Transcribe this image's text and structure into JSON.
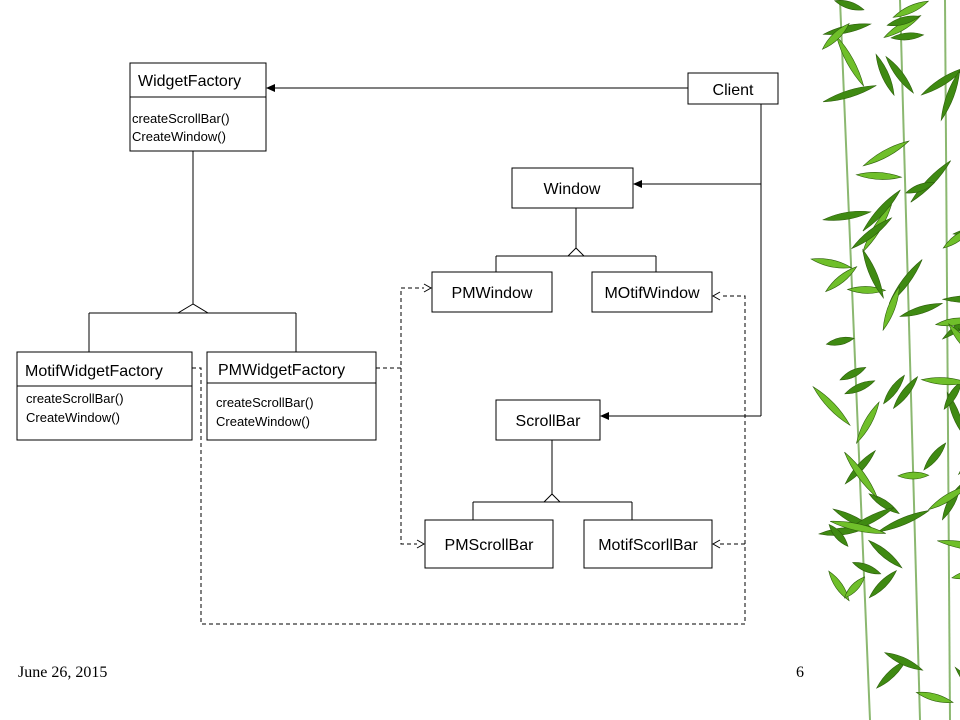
{
  "classes": {
    "widget_factory": {
      "name": "WidgetFactory",
      "ops": [
        "createScrollBar()",
        "CreateWindow()"
      ]
    },
    "client": {
      "name": "Client"
    },
    "window": {
      "name": "Window"
    },
    "pm_window": {
      "name": "PMWindow"
    },
    "motif_window": {
      "name": "MOtifWindow"
    },
    "motif_widget_factory": {
      "name": "MotifWidgetFactory",
      "ops": [
        "createScrollBar()",
        "CreateWindow()"
      ]
    },
    "pm_widget_factory": {
      "name": "PMWidgetFactory",
      "ops": [
        "createScrollBar()",
        "CreateWindow()"
      ]
    },
    "scroll_bar": {
      "name": "ScrollBar"
    },
    "pm_scroll_bar": {
      "name": "PMScrollBar"
    },
    "motif_scroll_bar": {
      "name": "MotifScorllBar"
    }
  },
  "footer": {
    "date": "June 26, 2015",
    "page": "6"
  },
  "colors": {
    "background": "#ffffff",
    "stroke": "#000000",
    "bamboo_leaf": "#3f8a12",
    "bamboo_leaf_light": "#6fbf2a"
  }
}
